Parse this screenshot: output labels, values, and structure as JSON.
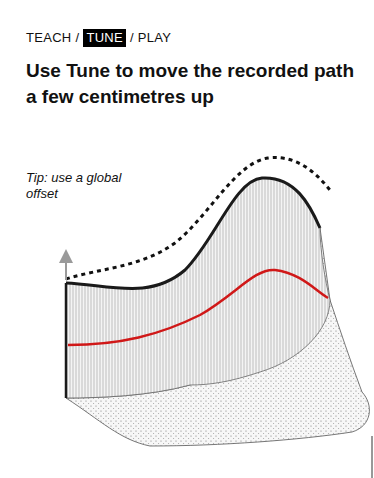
{
  "diagram": {
    "title": "Use Tune to move the recorded path a few centimetres up",
    "nodes": [
      {
        "text": [
          "TUNE"
        ]
      }
    ],
    "labels": [
      "TEACH /",
      "/ PLAY",
      "Tip: use a global offset"
    ]
  }
}
